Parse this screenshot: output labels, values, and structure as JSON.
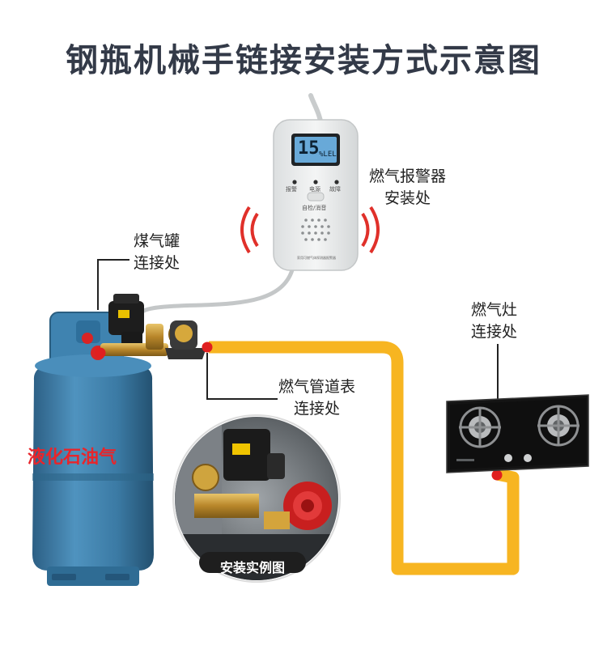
{
  "title": "钢瓶机械手链接安装方式示意图",
  "labels": {
    "cylinder_connection": [
      "煤气罐",
      "连接处"
    ],
    "alarm_install": [
      "燃气报警器",
      "安装处"
    ],
    "stove_connection": [
      "燃气灶",
      "连接处"
    ],
    "meter_connection": [
      "燃气管道表",
      "连接处"
    ],
    "tank": "液化石油气",
    "example": "安装实例图"
  },
  "detector": {
    "lcd_value": "15",
    "lcd_unit": "%LEL",
    "indicators": [
      "报警",
      "电源",
      "故障"
    ],
    "button_label": "自检/消音",
    "bottom_text": "家用可燃气体探测器报警器"
  },
  "colors": {
    "pipe": "#f7b521",
    "tank": "#3d80ab",
    "signal": "#e0302a",
    "title": "#333a48"
  }
}
